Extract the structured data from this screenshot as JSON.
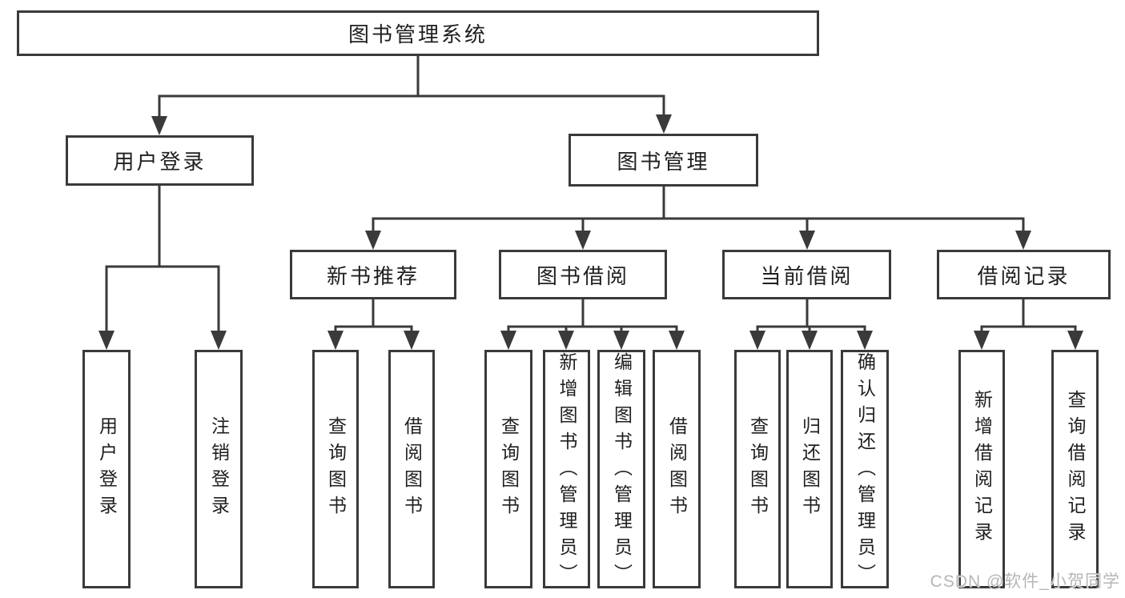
{
  "diagram": {
    "root": "图书管理系统",
    "level2": [
      "用户登录",
      "图书管理"
    ],
    "level3": [
      "新书推荐",
      "图书借阅",
      "当前借阅",
      "借阅记录"
    ],
    "leaves": {
      "user_login": [
        "用户登录",
        "注销登录"
      ],
      "new_book_recommend": [
        "查询图书",
        "借阅图书"
      ],
      "book_borrow": [
        "查询图书",
        "新增图书（管理员）",
        "编辑图书（管理员）",
        "借阅图书"
      ],
      "current_borrow": [
        "查询图书",
        "归还图书",
        "确认归还（管理员）"
      ],
      "borrow_record": [
        "新增借阅记录",
        "查询借阅记录"
      ]
    }
  },
  "watermark": "CSDN @软件_小贺同学",
  "colors": {
    "line": "#3a3a3a",
    "text": "#1f1f1f",
    "background": "#ffffff",
    "watermark": "#b2b2b2"
  }
}
